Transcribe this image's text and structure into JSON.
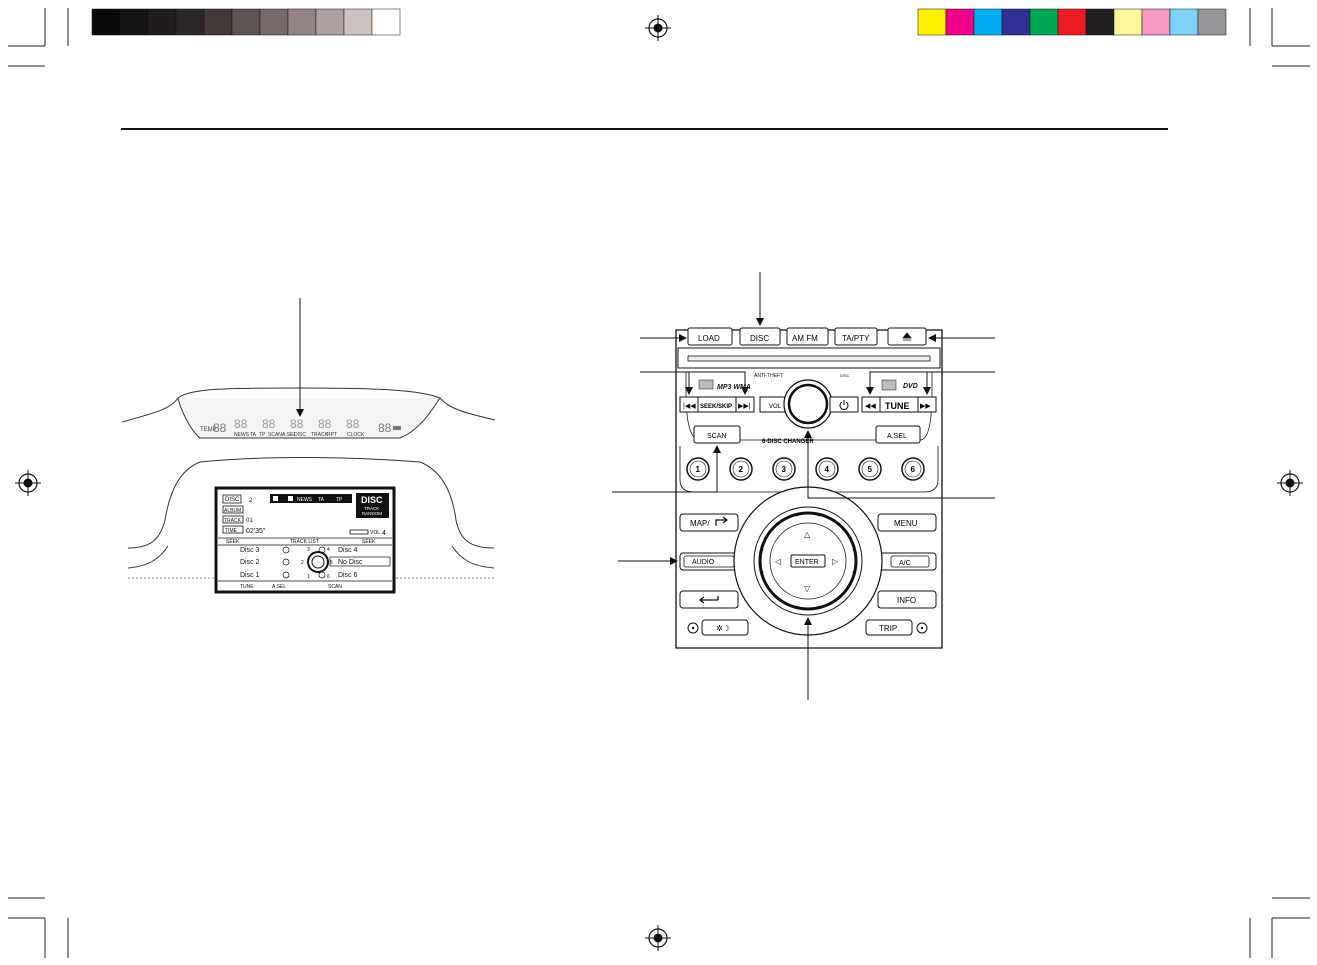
{
  "gray_swatches": [
    "#0a0a0a",
    "#161412",
    "#211c1b",
    "#2d2626",
    "#423838",
    "#5e5452",
    "#766b69",
    "#918482",
    "#aea2a0",
    "#cdc3c1",
    "#ffffff"
  ],
  "color_swatches": [
    "#fff200",
    "#ec008c",
    "#00aeef",
    "#2e3192",
    "#00a651",
    "#ed1c24",
    "#231f20",
    "#fff799",
    "#f49ac1",
    "#7dd3f7",
    "#939598"
  ],
  "overhead_display": {
    "segments": "88",
    "indicators": [
      "NEWS",
      "TA",
      "TP",
      "SCAN",
      "A.SEL",
      "DISC",
      "TRACK",
      "RPT"
    ],
    "clock_label": "CLOCK"
  },
  "center_screen": {
    "disc_label": "DISC",
    "disc_value": "2",
    "album_label": "ALBUM",
    "track_label": "TRACK",
    "track_value": "01",
    "time_label": "TIME",
    "time_value": "02'35\"",
    "status_row": [
      "NEWS",
      "TA",
      "TP"
    ],
    "mode_title": "DISC",
    "mode_sub1": "TRACK",
    "mode_sub2": "RANDOM",
    "vol_label": "VOL",
    "vol_value": "4",
    "nav_left": "SEEK",
    "nav_center": "TRACK LIST",
    "nav_right": "SEEK",
    "discs_left": [
      "Disc 3",
      "Disc 2",
      "Disc 1"
    ],
    "discs_right": [
      "Disc 4",
      "No Disc",
      "Disc 6"
    ],
    "dial_numbers": [
      "3",
      "4",
      "2",
      "5",
      "1",
      "6"
    ],
    "bottom_tabs": [
      "TUNE",
      "A.SEL",
      "SCAN"
    ]
  },
  "audio_unit": {
    "top_buttons": [
      "LOAD",
      "DISC",
      "AM FM",
      "TA/PTY"
    ],
    "eject_icon": "eject-icon",
    "anti_theft": "ANTI-THEFT",
    "disc_small": "DISC",
    "mp3_label": "MP3 WMA",
    "seek_label": "SEEK/SKIP",
    "vol_label": "VOL",
    "tune_label": "TUNE",
    "dvd_label": "DVD",
    "scan_label": "SCAN",
    "changer_label": "6-DISC CHANGER",
    "asel_label": "A.SEL",
    "presets": [
      "1",
      "2",
      "3",
      "4",
      "5",
      "6"
    ],
    "map_label": "MAP/",
    "menu_label": "MENU",
    "audio_label": "AUDIO",
    "ac_label": "A/C",
    "info_label": "INFO",
    "trip_label": "TRIP",
    "enter_label": "ENTER"
  }
}
